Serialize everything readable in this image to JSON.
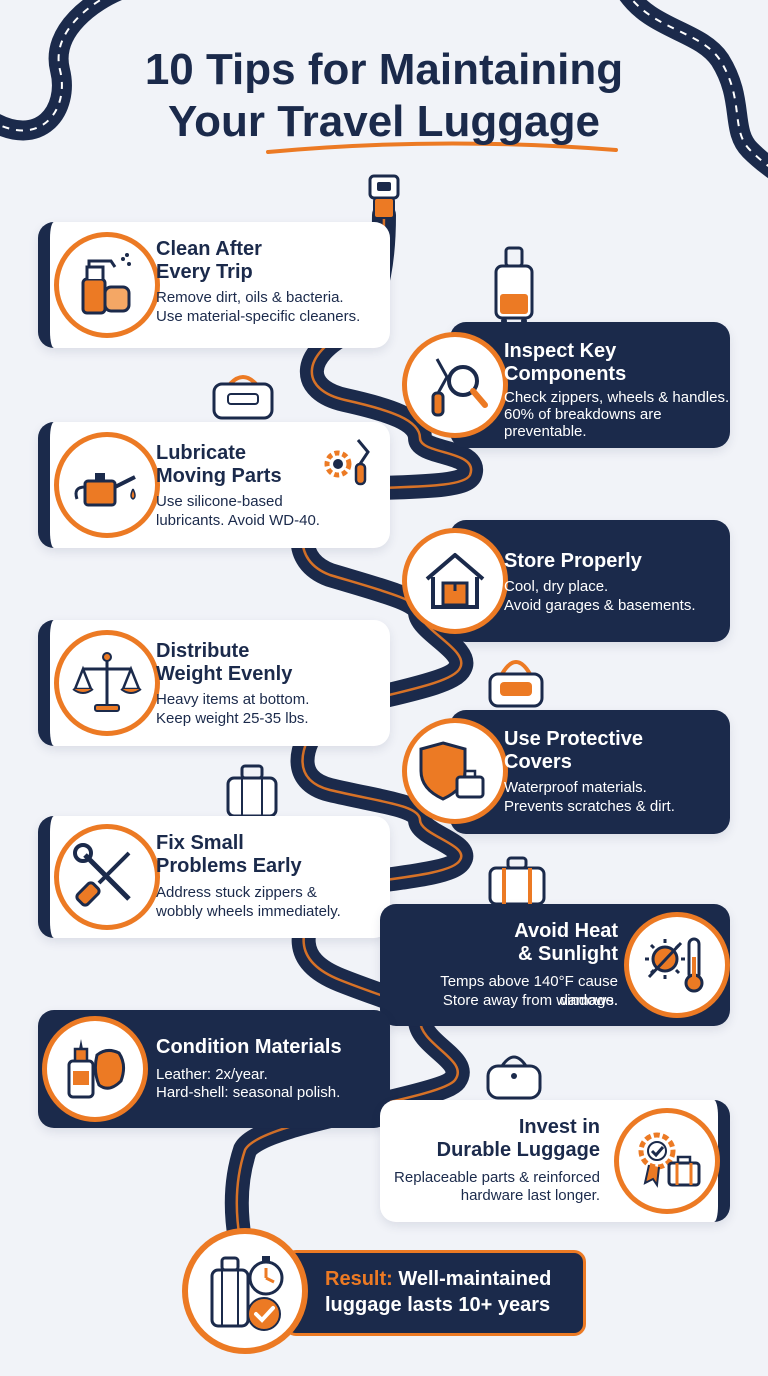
{
  "title": {
    "line1": "10 Tips for Maintaining",
    "line2": "Your Travel Luggage"
  },
  "colors": {
    "navy": "#1b2a4b",
    "orange": "#ec7a24",
    "background": "#f1f3f8"
  },
  "tips": [
    {
      "title1": "Clean After",
      "title2": "Every Trip",
      "desc1": "Remove dirt, oils & bacteria.",
      "desc2": "Use material-specific cleaners.",
      "icon": "spray-bottle-sponge-icon"
    },
    {
      "title1": "Inspect Key",
      "title2": "Components",
      "desc1": "Check zippers, wheels & handles.",
      "desc2": "60% of breakdowns are",
      "desc3": "preventable.",
      "icon": "zipper-magnifier-icon"
    },
    {
      "title1": "Lubricate",
      "title2": "Moving Parts",
      "desc1": "Use silicone-based",
      "desc2": "lubricants. Avoid WD-40.",
      "icon": "oil-can-icon"
    },
    {
      "title1": "Store Properly",
      "desc1": "Cool, dry place.",
      "desc2": "Avoid garages & basements.",
      "icon": "house-box-icon"
    },
    {
      "title1": "Distribute",
      "title2": "Weight Evenly",
      "desc1": "Heavy items at bottom.",
      "desc2": "Keep weight 25-35 lbs.",
      "icon": "balance-scale-icon"
    },
    {
      "title1": "Use Protective",
      "title2": "Covers",
      "desc1": "Waterproof materials.",
      "desc2": "Prevents scratches & dirt.",
      "icon": "shield-suitcase-icon"
    },
    {
      "title1": "Fix Small",
      "title2": "Problems Early",
      "desc1": "Address stuck zippers &",
      "desc2": "wobbly wheels immediately.",
      "icon": "wrench-screwdriver-icon"
    },
    {
      "title1": "Avoid Heat",
      "title2": "& Sunlight",
      "desc1": "Temps above 140°F cause damage.",
      "desc2": "Store away from windows.",
      "icon": "sun-thermometer-icon"
    },
    {
      "title1": "Condition Materials",
      "desc1": "Leather: 2x/year.",
      "desc2": "Hard-shell: seasonal polish.",
      "icon": "conditioner-bottle-leather-icon"
    },
    {
      "title1": "Invest in",
      "title2": "Durable Luggage",
      "desc1": "Replaceable parts & reinforced",
      "desc2": "hardware last longer.",
      "icon": "badge-suitcase-icon"
    }
  ],
  "result": {
    "label": "Result:",
    "text1": "Well-maintained",
    "text2": "luggage lasts 10+ years",
    "icon": "suitcase-stopwatch-check-icon"
  }
}
